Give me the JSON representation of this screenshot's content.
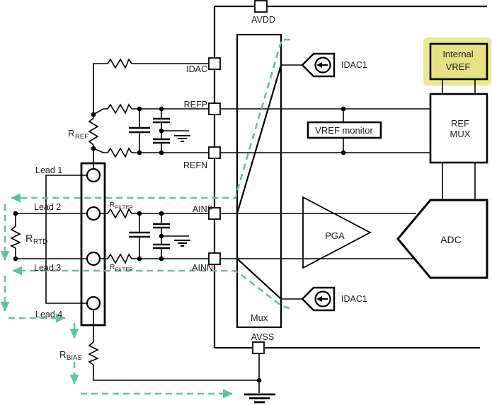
{
  "diagram": {
    "chip": {
      "pins": {
        "avdd": "AVDD",
        "idac": "IDAC",
        "refp": "REFP",
        "refn": "REFN",
        "ainp": "AINP",
        "ainn": "AINN",
        "avss": "AVSS"
      },
      "blocks": {
        "mux": "Mux",
        "pga": "PGA",
        "adc": "ADC",
        "ref_mux": [
          "REF",
          "MUX"
        ],
        "vref_monitor": "VREF monitor",
        "internal_vref": [
          "Internal",
          "VREF"
        ]
      },
      "current_sources": {
        "top": "IDAC1",
        "bottom": "IDAC1"
      }
    },
    "external": {
      "leads": [
        "Lead 1",
        "Lead 2",
        "Lead 3",
        "Lead 4"
      ],
      "resistors": {
        "r_ref": {
          "name": "R",
          "sub": "REF"
        },
        "r_rtd": {
          "name": "R",
          "sub": "RTD"
        },
        "r_filter_top": {
          "name": "R",
          "sub": "FILTER"
        },
        "r_filter_bottom": {
          "name": "R",
          "sub": "FILTER"
        },
        "r_bias": {
          "name": "R",
          "sub": "BIAS"
        }
      }
    },
    "colors": {
      "current_path": "#5fc49a",
      "highlight_box": "#e4e284",
      "highlight_glow": "#ebe994",
      "wire": "#000000"
    }
  }
}
